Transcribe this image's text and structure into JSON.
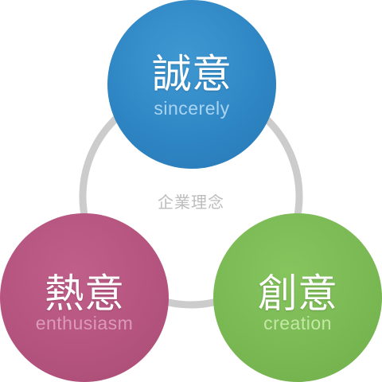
{
  "center": {
    "label": "企業理念"
  },
  "nodes": {
    "top": {
      "kanji": "誠意",
      "roman": "sincerely",
      "color": "#3a8fcb"
    },
    "left": {
      "kanji": "熱意",
      "roman": "enthusiasm",
      "color": "#b5557f"
    },
    "right": {
      "kanji": "創意",
      "roman": "creation",
      "color": "#7cbb56"
    }
  },
  "colors": {
    "ring": "#cccccc",
    "center_text": "#bcbcbc",
    "background": "#ffffff"
  }
}
